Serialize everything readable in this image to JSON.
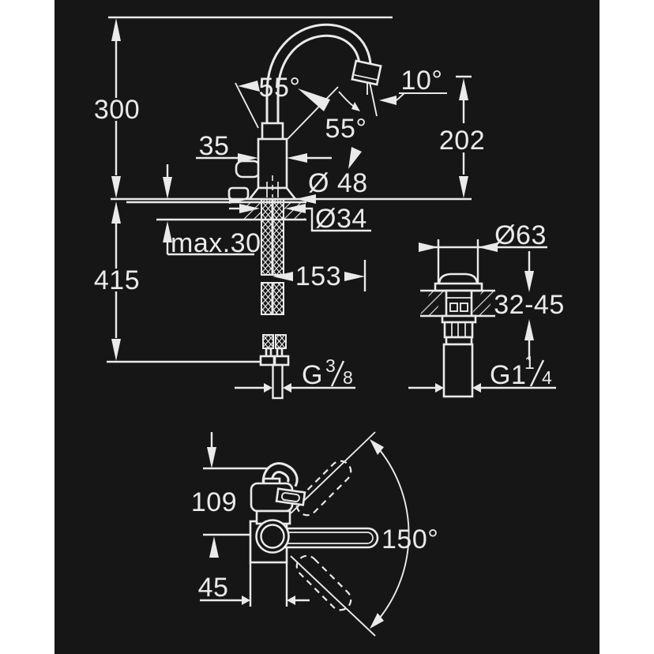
{
  "drawing_title": "faucet-dimension-drawing",
  "colors": {
    "page": "#ffffff",
    "panel": "#161616",
    "ink": "#eaeaea"
  },
  "front_view": {
    "total_height": "300",
    "below_deck_length": "415",
    "body_width": "35",
    "lever_angle_up": "55°",
    "lever_angle_open": "55°",
    "spout_outlet_angle": "10°",
    "spout_height": "202",
    "base_diameter": "Ø 48",
    "hole_diameter": "Ø34",
    "deck_thickness_max": "max.30",
    "hose_projection": "153",
    "supply_thread_g": "G",
    "supply_thread_num": "3",
    "supply_thread_den": "8"
  },
  "drain_view": {
    "flange_diameter": "Ø63",
    "deck_thickness_range": "32-45",
    "drain_thread_g": "G1",
    "drain_thread_num": "1",
    "drain_thread_den": "4"
  },
  "plan_view": {
    "spout_reach": "109",
    "base_offset": "45",
    "swivel_angle": "150°"
  }
}
